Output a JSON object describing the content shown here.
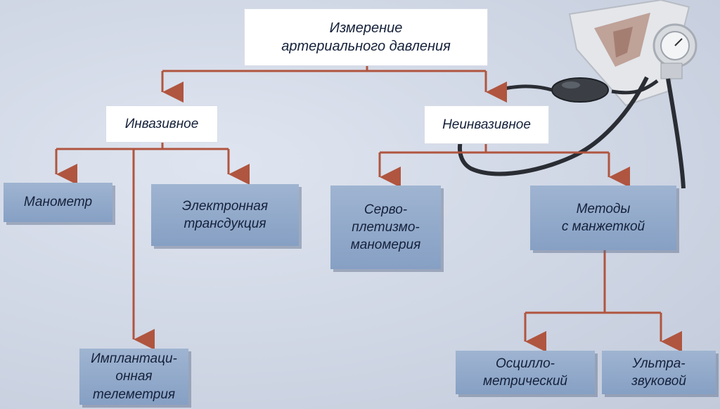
{
  "diagram": {
    "root": "Измерение\nартериального давления",
    "branches": {
      "invasive": {
        "label": "Инвазивное",
        "children": {
          "manometer": "Манометр",
          "electronic": "Электронная\nтрансдукция",
          "implant": "Имплантаци-\nонная\nтелеметрия"
        }
      },
      "noninvasive": {
        "label": "Неинвазивное",
        "children": {
          "servo": "Серво-\nплетизмо-\nманомерия",
          "cuff": "Методы\nс манжеткой"
        },
        "cuff_children": {
          "oscillo": "Осцилло-\nметрический",
          "ultra": "Ультра-\nзвуковой"
        }
      }
    },
    "colors": {
      "connector": "#b0553f",
      "box_blue": "#8ea6c8",
      "box_white": "#ffffff",
      "text": "#15213a"
    },
    "icons": [
      "blood-pressure-monitor-icon"
    ]
  }
}
